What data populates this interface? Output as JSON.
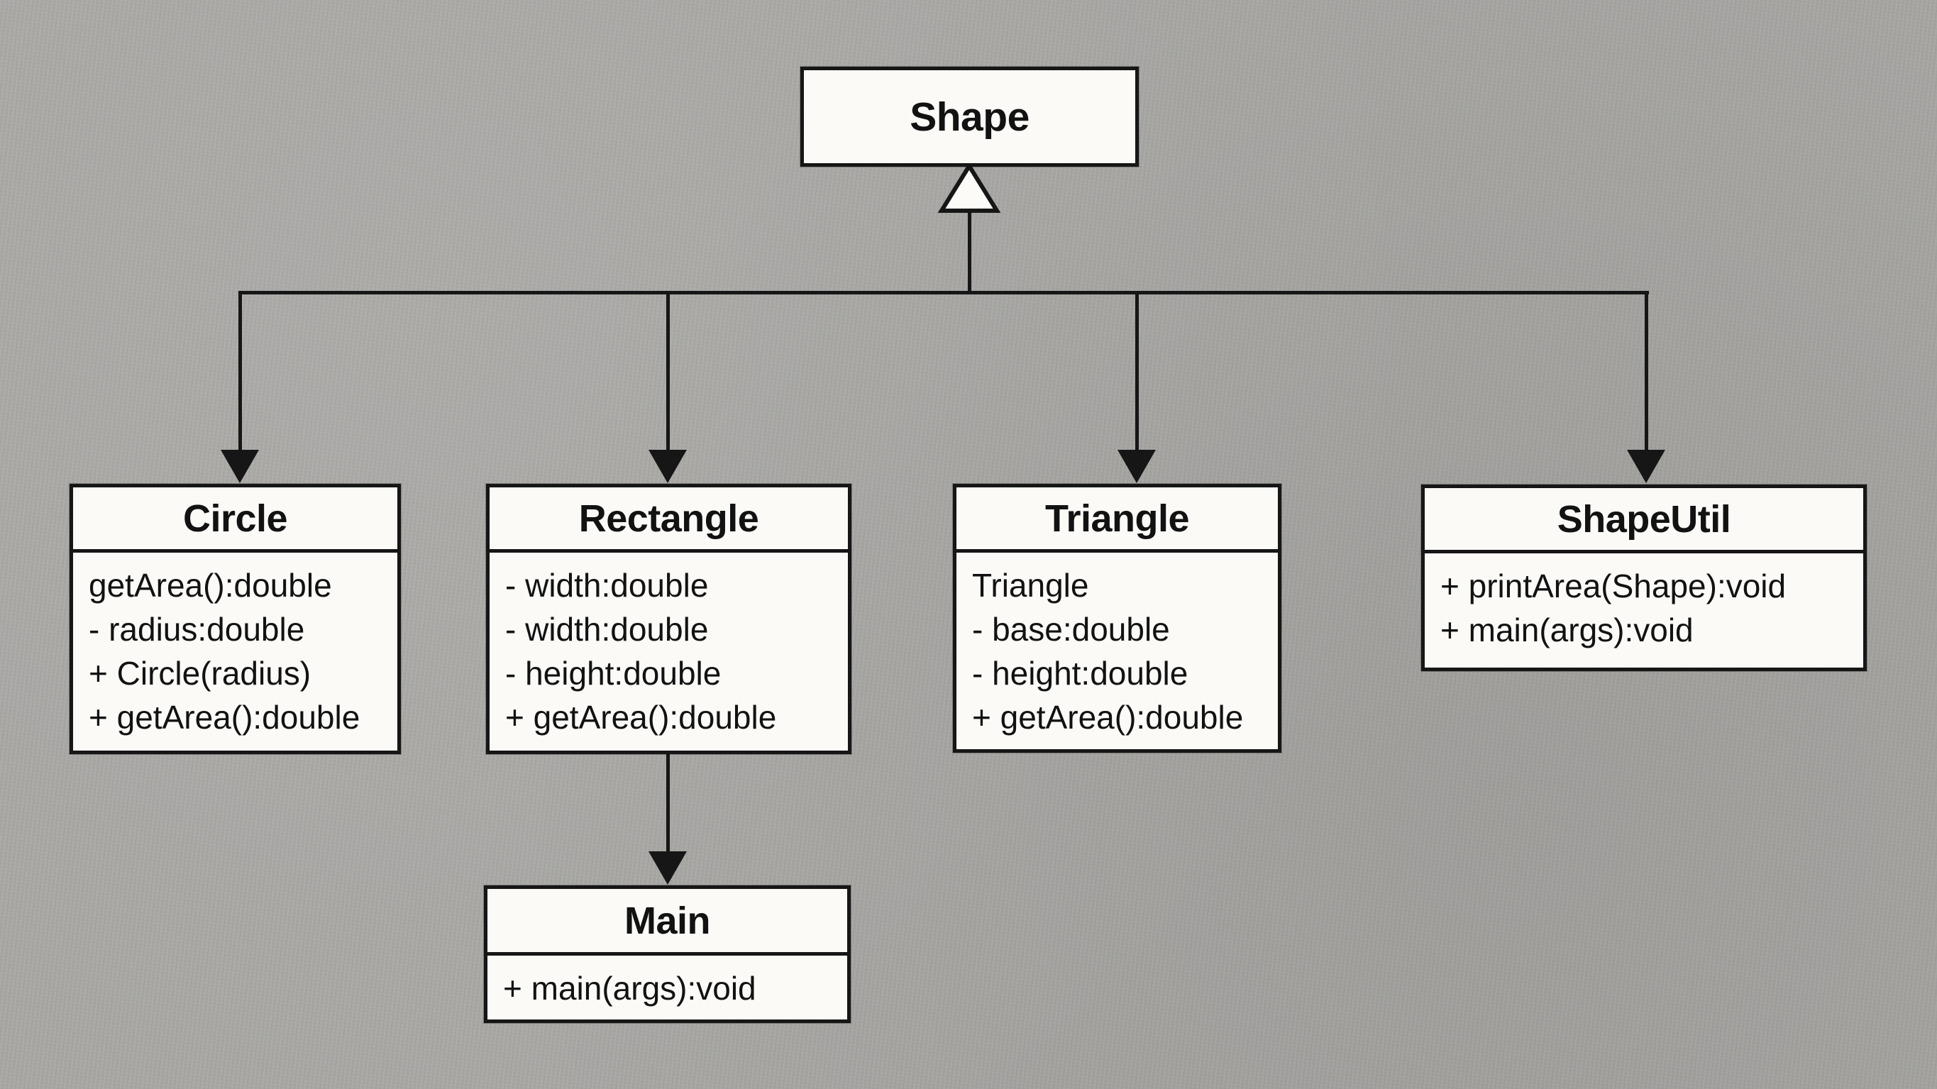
{
  "colors": {
    "background": "#a8a7a4",
    "box_fill": "#fbfaf7",
    "line": "#161616",
    "text": "#121212"
  },
  "classes": [
    {
      "name": "Shape",
      "members": []
    },
    {
      "name": "Circle",
      "members": [
        "getArea():double",
        "- radius:double",
        "+ Circle(radius)",
        "+ getArea():double"
      ]
    },
    {
      "name": "Rectangle",
      "members": [
        "- width:double",
        "- width:double",
        "- height:double",
        "+ getArea():double"
      ]
    },
    {
      "name": "Triangle",
      "members": [
        "Triangle",
        "- base:double",
        "- height:double",
        "+ getArea():double"
      ]
    },
    {
      "name": "ShapeUtil",
      "members": [
        "+ printArea(Shape):void",
        "+ main(args):void"
      ]
    },
    {
      "name": "Main",
      "members": [
        "+ main(args):void"
      ]
    }
  ],
  "connections": [
    {
      "from": "Shape",
      "to": "Circle",
      "style": "inheritance"
    },
    {
      "from": "Shape",
      "to": "Rectangle",
      "style": "inheritance"
    },
    {
      "from": "Shape",
      "to": "Triangle",
      "style": "inheritance"
    },
    {
      "from": "Shape",
      "to": "ShapeUtil",
      "style": "inheritance"
    },
    {
      "from": "Rectangle",
      "to": "Main",
      "style": "arrow"
    }
  ]
}
